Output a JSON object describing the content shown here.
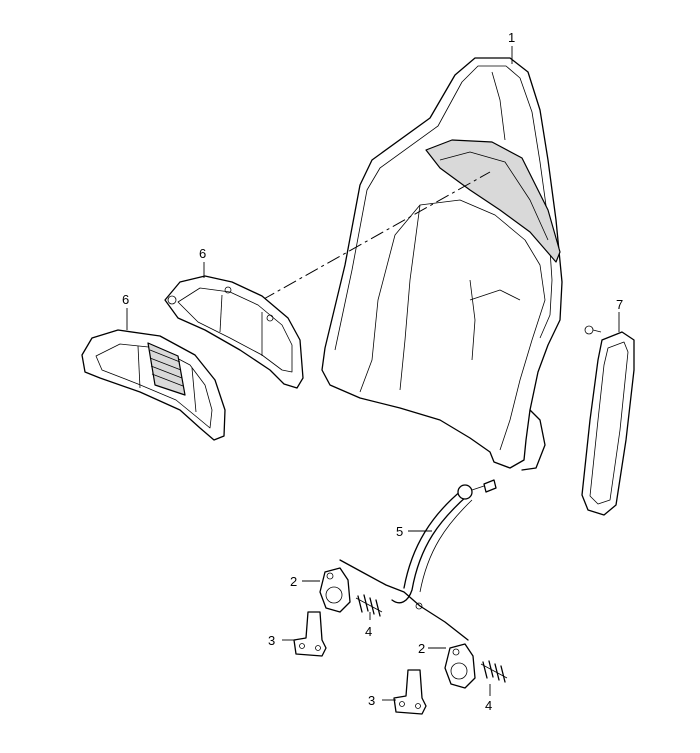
{
  "callouts": {
    "seat_shell": "1",
    "hinge_upper_a": "2",
    "hinge_upper_b": "2",
    "hinge_lower_a": "3",
    "hinge_lower_b": "3",
    "spring_a": "4",
    "spring_b": "4",
    "release_cable": "5",
    "vent_frame_a": "6",
    "vent_frame_b": "6",
    "side_trim": "7"
  }
}
